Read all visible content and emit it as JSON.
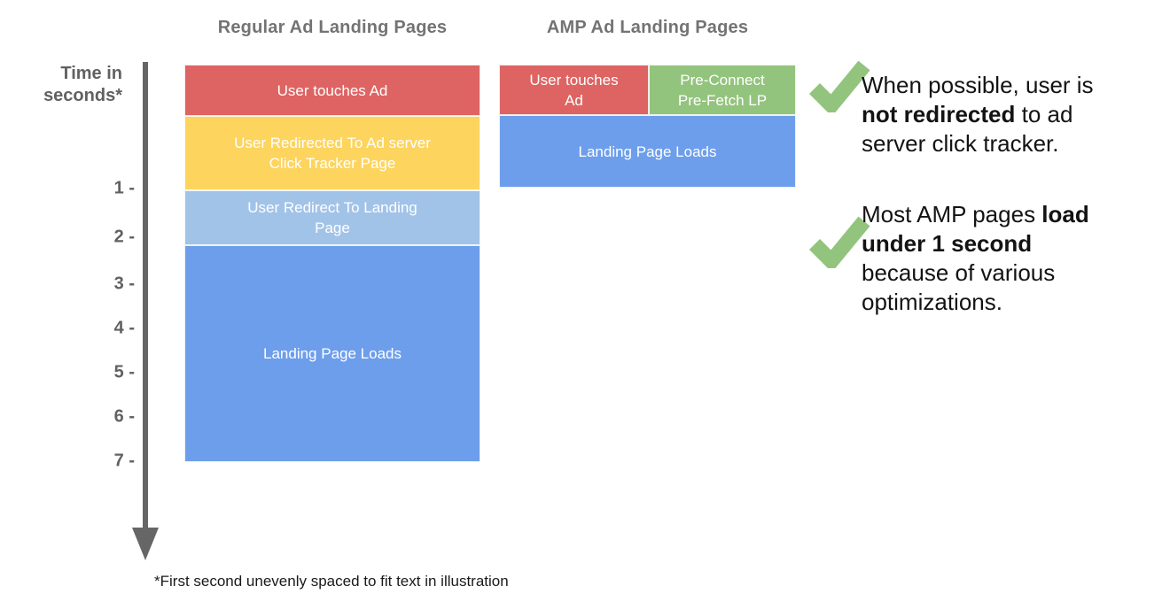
{
  "axis": {
    "label": "Time in\nseconds*",
    "ticks": [
      "1 -",
      "2 -",
      "3 -",
      "4 -",
      "5 -",
      "6 -",
      "7 -"
    ],
    "unit": "seconds",
    "range": [
      0,
      7
    ]
  },
  "footnote": "*First second unevenly spaced to fit text in illustration",
  "colors": {
    "red": "#DD6462",
    "yellow": "#FDD45E",
    "light_blue": "#A2C3E8",
    "blue": "#6D9EEB",
    "green": "#93C47D",
    "header_gray": "#737373",
    "axis_gray": "#666666",
    "check_green": "#93C47D"
  },
  "regular_column": {
    "title": "Regular Ad Landing Pages",
    "blocks": [
      {
        "label": "User touches Ad",
        "color": "#DD6462",
        "time_start": 0,
        "time_end": 0.35
      },
      {
        "label": "User Redirected To Ad server\nClick Tracker Page",
        "color": "#FDD45E",
        "time_start": 0.35,
        "time_end": 1
      },
      {
        "label": "User Redirect To Landing\nPage",
        "color": "#A2C3E8",
        "time_start": 1,
        "time_end": 2.1
      },
      {
        "label": "Landing Page Loads",
        "color": "#6D9EEB",
        "time_start": 2.1,
        "time_end": 7
      }
    ]
  },
  "amp_column": {
    "title": "AMP Ad Landing Pages",
    "blocks": [
      {
        "label": "User touches\nAd",
        "color": "#DD6462",
        "time_start": 0,
        "time_end": 0.35
      },
      {
        "label": "Pre-Connect\nPre-Fetch LP",
        "color": "#93C47D",
        "time_start": 0,
        "time_end": 0.35
      },
      {
        "label": "Landing Page Loads",
        "color": "#6D9EEB",
        "time_start": 0.35,
        "time_end": 1
      }
    ]
  },
  "annotations": [
    {
      "icon": "check-icon",
      "lines": [
        [
          {
            "text": "When possible, user is",
            "bold": false
          }
        ],
        [
          {
            "text": "not redirected",
            "bold": true
          },
          {
            "text": " to ad",
            "bold": false
          }
        ],
        [
          {
            "text": "server click tracker.",
            "bold": false
          }
        ]
      ]
    },
    {
      "icon": "check-icon",
      "lines": [
        [
          {
            "text": "Most AMP pages ",
            "bold": false
          },
          {
            "text": "load",
            "bold": true
          }
        ],
        [
          {
            "text": "under 1 second",
            "bold": true
          }
        ],
        [
          {
            "text": "because of various",
            "bold": false
          }
        ],
        [
          {
            "text": "optimizations.",
            "bold": false
          }
        ]
      ]
    }
  ]
}
